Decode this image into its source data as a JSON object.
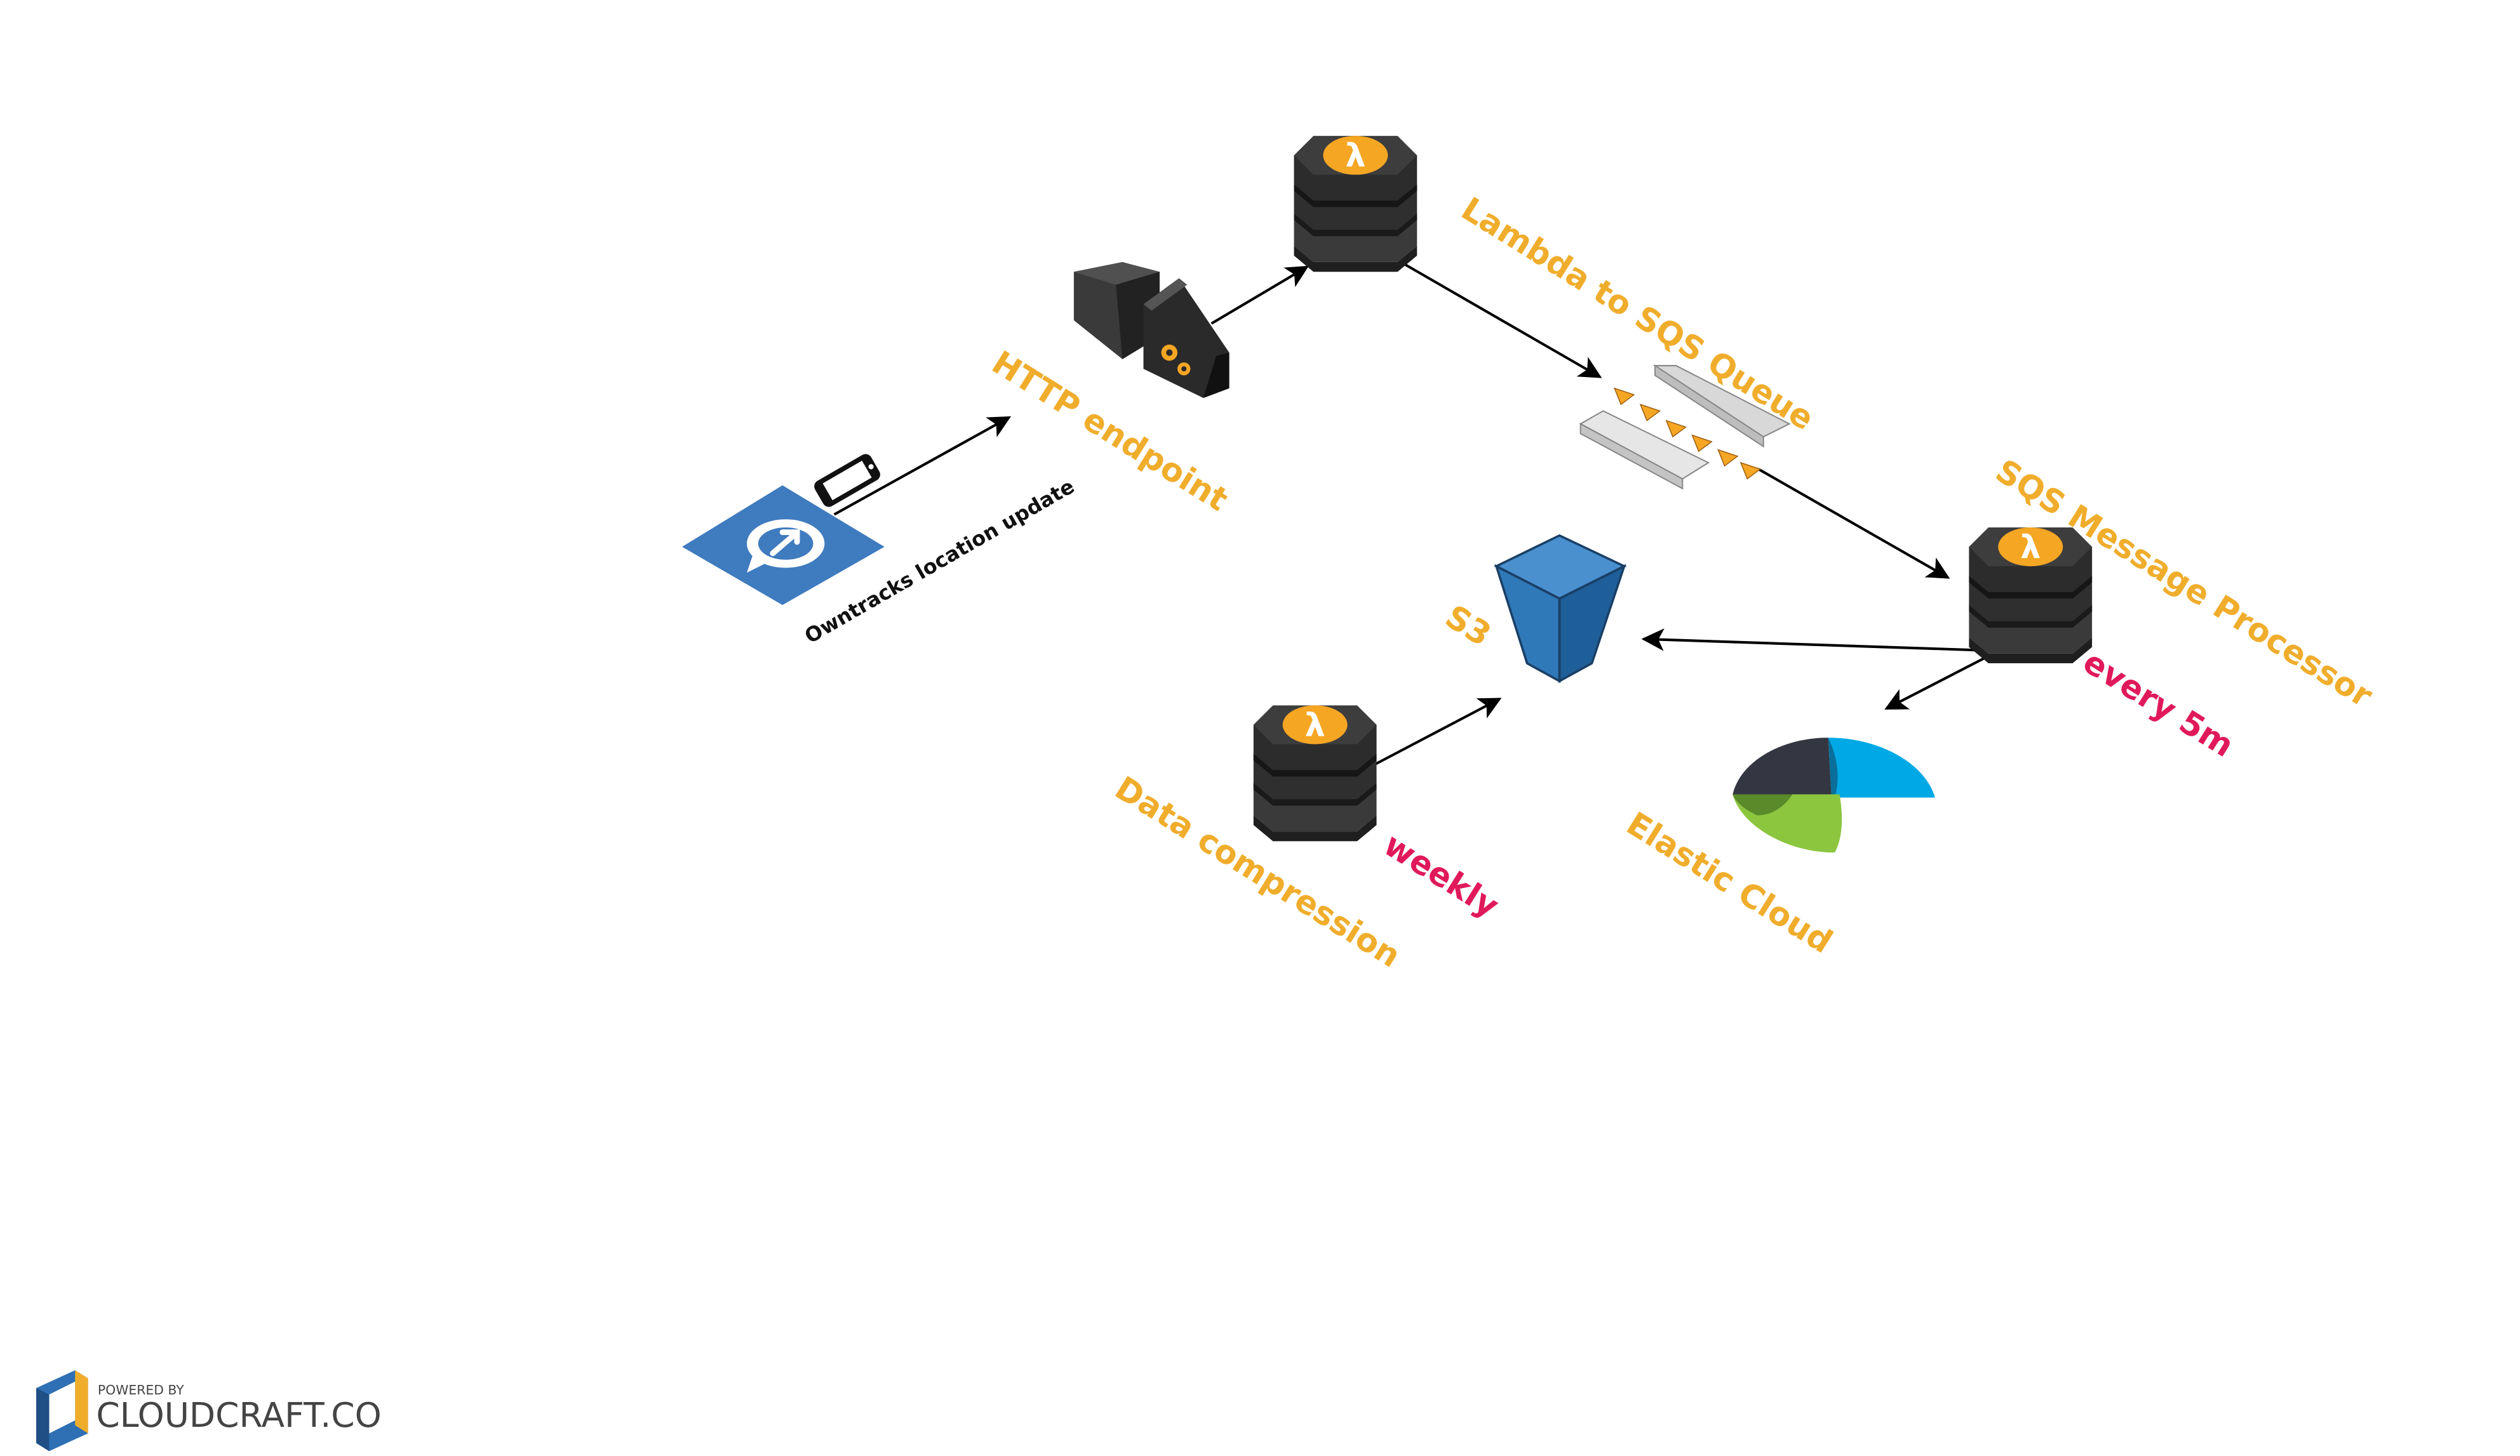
{
  "labels": {
    "owntracks": "Owntracks location update",
    "http_endpoint": "HTTP endpoint",
    "lambda_to_sqs": "Lambda to SQS Queue",
    "sqs_processor": "SQS Message Processor",
    "every_5m": "every 5m",
    "s3": "S3",
    "data_compression": "Data compression",
    "weekly": "weekly",
    "elastic_cloud": "Elastic Cloud"
  },
  "lambda_symbol": "λ",
  "watermark": {
    "powered_by": "POWERED BY",
    "brand": "CLOUDCRAFT.CO"
  },
  "icons": {
    "owntracks": "owntracks-map-pin-icon",
    "phone": "smartphone-icon",
    "api_gateway": "api-gateway-icon",
    "lambda": "aws-lambda-icon",
    "sqs": "sqs-queue-icon",
    "s3": "s3-bucket-icon",
    "elastic": "elastic-cloud-logo-icon",
    "cloudcraft": "cloudcraft-logo-icon"
  },
  "colors": {
    "label_orange": "#f0ad2c",
    "label_pink": "#e0195a",
    "lambda_orange": "#f5a623",
    "owntracks_blue": "#3f7bbf",
    "s3_blue": "#2f79b8",
    "elastic_dark": "#343741",
    "elastic_blue": "#00a9e5",
    "elastic_green": "#8cc63f"
  }
}
